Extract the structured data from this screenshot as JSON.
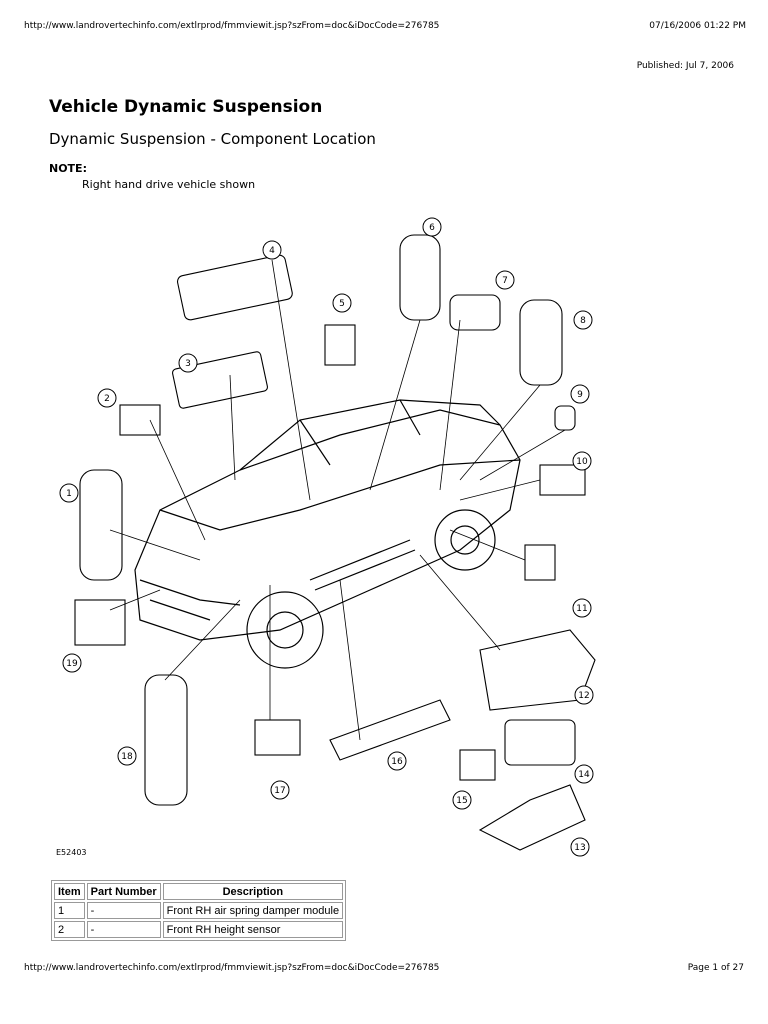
{
  "header": {
    "url": "http://www.landrovertechinfo.com/extlrprod/fmmviewit.jsp?szFrom=doc&iDocCode=276785",
    "timestamp": "07/16/2006 01:22 PM"
  },
  "published": "Published: Jul 7, 2006",
  "title": "Vehicle Dynamic Suspension",
  "subtitle": "Dynamic Suspension - Component Location",
  "note": {
    "label": "NOTE:",
    "text": "Right hand drive vehicle shown"
  },
  "diagram": {
    "figure_ref": "E52403",
    "callouts": [
      "1",
      "2",
      "3",
      "4",
      "5",
      "6",
      "7",
      "8",
      "9",
      "10",
      "11",
      "12",
      "13",
      "14",
      "15",
      "16",
      "17",
      "18",
      "19"
    ]
  },
  "table": {
    "headers": [
      "Item",
      "Part Number",
      "Description"
    ],
    "rows": [
      [
        "1",
        "-",
        "Front RH air spring damper module"
      ],
      [
        "2",
        "-",
        "Front RH height sensor"
      ]
    ]
  },
  "footer": {
    "url": "http://www.landrovertechinfo.com/extlrprod/fmmviewit.jsp?szFrom=doc&iDocCode=276785",
    "page": "Page 1 of 27"
  }
}
